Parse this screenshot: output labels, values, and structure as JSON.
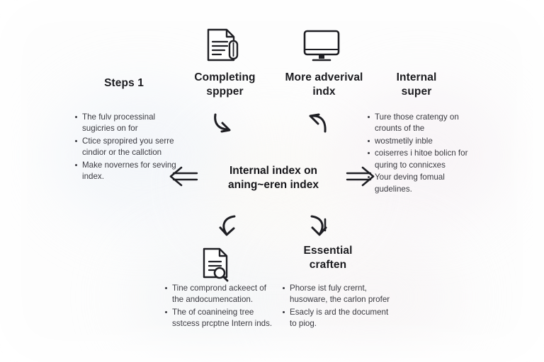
{
  "diagram": {
    "center": {
      "label": "Internal index on\naning~eren index"
    },
    "nodes": [
      {
        "id": "steps-1",
        "heading": "Steps 1",
        "bullets": [
          "The fulv processinal sugicries on for",
          "Ctice spropired you serre cindior or the callction",
          "Make novernes for seving index."
        ]
      },
      {
        "id": "completing-sppper",
        "heading": "Completing\nsppper",
        "bullets": []
      },
      {
        "id": "more-adverival-indx",
        "heading": "More adverival\nindx",
        "bullets": []
      },
      {
        "id": "internal-super",
        "heading": "Internal\nsuper",
        "bullets": [
          "Ture those cratengy on crounts of the",
          "wostmetily inble",
          "coiserres i hitoe bolicn for quring to connicxes",
          "Your deving fomual gudelines."
        ]
      },
      {
        "id": "bottom-left",
        "heading": "",
        "bullets": [
          "Tine comprond ackeect of the andocumencation.",
          "The of coanineing tree sstcess prcptne Intern inds."
        ]
      },
      {
        "id": "essential-craften",
        "heading": "Essential\ncraften",
        "bullets": [
          "Phorse ist fuly crernt, husoware, the carlon profer",
          "Esacly is ard the document to piog."
        ]
      }
    ],
    "icons": [
      {
        "id": "document-pen",
        "name": "document-pen-icon"
      },
      {
        "id": "monitor",
        "name": "monitor-icon"
      },
      {
        "id": "document-search",
        "name": "document-search-icon"
      }
    ],
    "arrows": [
      {
        "id": "curve-down-right",
        "name": "curved-arrow-down-right"
      },
      {
        "id": "curve-up-left",
        "name": "curved-arrow-up-left"
      },
      {
        "id": "left",
        "name": "arrow-left"
      },
      {
        "id": "right",
        "name": "arrow-right"
      },
      {
        "id": "curve-down-1",
        "name": "curved-arrow-down-left"
      },
      {
        "id": "curve-down-2",
        "name": "curved-arrow-down-right-lower"
      }
    ],
    "colors": {
      "background": "#fdfdfd",
      "text": "#1b1b1f",
      "body_text": "#3a3a40",
      "stroke": "#1f1f24"
    }
  }
}
